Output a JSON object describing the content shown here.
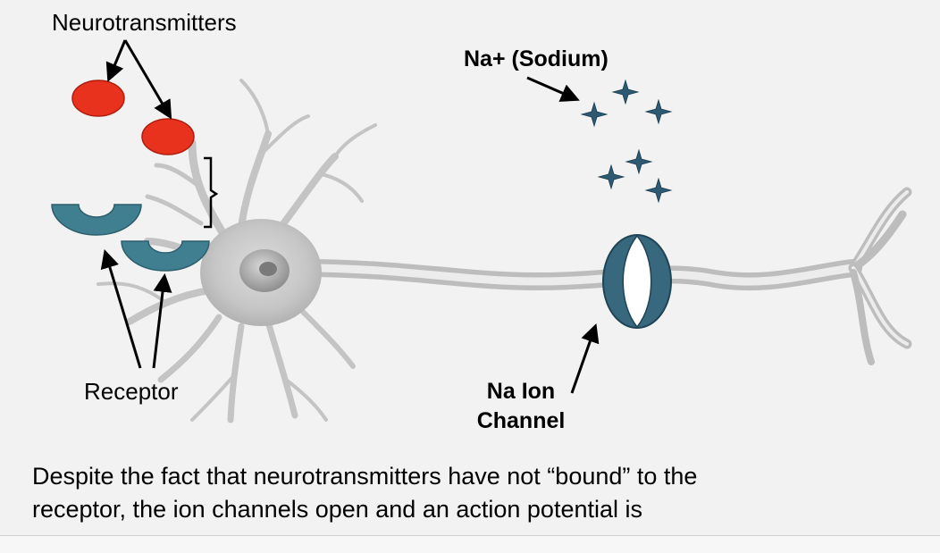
{
  "labels": {
    "neurotransmitters": "Neurotransmitters",
    "sodium": "Na+ (Sodium)",
    "receptor": "Receptor",
    "ion_channel_line1": "Na Ion",
    "ion_channel_line2": "Channel"
  },
  "caption": {
    "line1": "Despite the fact that neurotransmitters have not “bound” to the",
    "line2": "receptor, the ion channels open and an action potential is"
  },
  "colors": {
    "neurotransmitter": "#e8321e",
    "receptor": "#3f7f90",
    "ion_channel": "#37687e",
    "sodium_star": "#2d5a72",
    "neuron": "#c9c9c9",
    "slide_background": "#f2f2f2"
  }
}
